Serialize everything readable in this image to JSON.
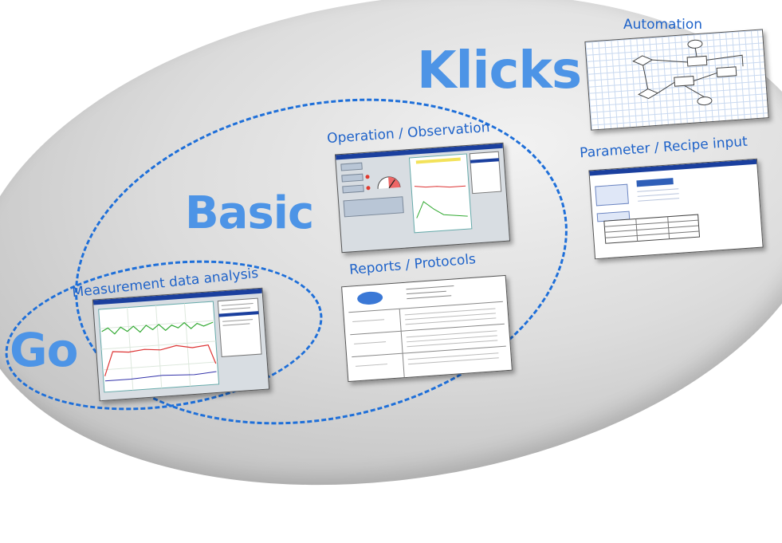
{
  "tiers": {
    "go": "Go",
    "basic": "Basic",
    "klicks": "Klicks"
  },
  "features": {
    "measurement": "Measurement data analysis",
    "operation": "Operation / Observation",
    "reports": "Reports / Protocols",
    "automation": "Automation",
    "parameter": "Parameter / Recipe input"
  },
  "colors": {
    "accent": "#1f63c9",
    "tier_text": "#4d94e6",
    "dashed_outline": "#1e6fd9"
  }
}
